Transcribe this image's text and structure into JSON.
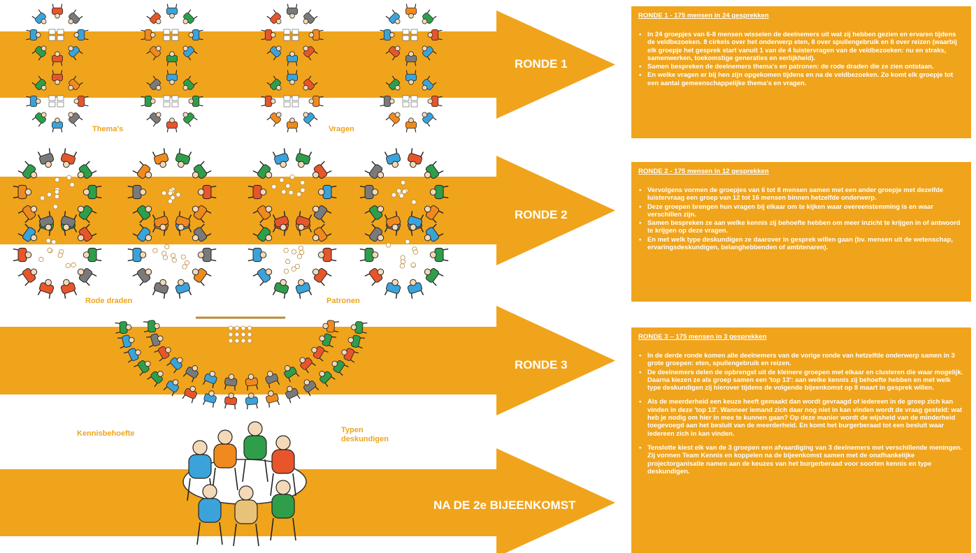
{
  "colors": {
    "arrow": "#F0A41C",
    "people": [
      "#E8552A",
      "#2E9E4A",
      "#3BA3D9",
      "#F08A1E",
      "#7A7A7A",
      "#E9C27A"
    ]
  },
  "rounds": [
    {
      "label": "RONDE 1"
    },
    {
      "label": "RONDE 2"
    },
    {
      "label": "RONDE 3"
    },
    {
      "label": "NA DE 2e BIJEENKOMST"
    }
  ],
  "captions": {
    "themas": "Thema's",
    "vragen": "Vragen",
    "rode_draden": "Rode draden",
    "patronen": "Patronen",
    "kennisbehoefte": "Kennisbehoefte",
    "typen_deskundigen": "Typen deskundigen"
  },
  "icons": [
    "people-circle-illustration",
    "people-cluster-illustration",
    "people-semicircle-illustration",
    "people-table-illustration"
  ],
  "panels": [
    {
      "title": "RONDE 1 - 175 mensen in 24 gesprekken",
      "bullets": [
        "In 24 groepjes van 6-8 mensen wisselen de deelnemers uit wat zij hebben gezien en ervaren tijdens de veldbezoeken. 8 cirkels over het onderwerp eten, 8 over spullengebruik en 8 over reizen (waarbij elk groepje het gesprek start vanuit 1 van de 4 luistervragen van de veldbezoeken: nu en straks, samenwerken, toekomstige generaties en eerlijkheid).",
        "Samen bespreken de deelnemers thema's en patronen: de rode draden die ze zien ontstaan.",
        "En welke vragen er bij hen zijn opgekomen tijdens en na de veldbezoeken. Zo komt elk groepje tot een aantal gemeenschappelijke thema's en vragen."
      ]
    },
    {
      "title": "RONDE 2 - 175 mensen in 12 gesprekken",
      "bullets": [
        "Vervolgens vormen de groepjes van 6 tot 8 mensen samen met een ander groepje met dezelfde luistervraag een groep van 12 tot 16 mensen binnen hetzelfde onderwerp.",
        "Deze groepen brengen hun vragen bij elkaar om te kijken waar overeenstemming is en waar verschillen zijn.",
        "Samen bespreken ze aan welke kennis zij behoefte hebben om meer inzicht te krijgen in of antwoord te krijgen op deze vragen.",
        "En met welk type deskundigen ze daarover in gesprek willen gaan (bv. mensen uit de wetenschap, ervaringsdeskundigen, belanghebbenden of ambtenaren)."
      ]
    },
    {
      "title": "RONDE 3 – 175 mensen in 3 gesprekken",
      "bullets": [
        "In de derde ronde komen alle deelnemers van de vorige ronde van hetzelfde onderwerp samen in 3 grote groepen: eten, spullengebruik en reizen.",
        "De deelnemers delen de opbrengst uit de kleinere groepen met elkaar en clusteren die waar mogelijk. Daarna kiezen ze als groep samen een 'top 13': aan welke kennis zij behoefte hebben en met welk type deskundigen zij hierover tijdens de volgende bijeenkomst op 8 maart in gesprek willen.",
        "Als de meerderheid een keuze heeft gemaakt dan wordt gevraagd of iedereen in de groep zich kan vinden in deze 'top 13'. Wanneer iemand zich daar nog niet in kan vinden wordt de vraag gesteld: wat heb je nodig om hier in mee te kunnen gaan? Op deze manier wordt de wijsheid van de minderheid toegevoegd aan het besluit van de meerderheid. En komt het burgerberaad tot een besluit waar iedereen zich in kan vinden.",
        "Tenslotte kiest elk van de 3 groepen een afvaardiging van 3 deelnemers met verschillende meningen. Zij vormen Team Kennis en koppelen na de bijeenkomst samen met de onafhankelijke projectorganisatie namen aan de keuzes van het burgerberaad voor soorten kennis en type deskundigen."
      ]
    }
  ]
}
